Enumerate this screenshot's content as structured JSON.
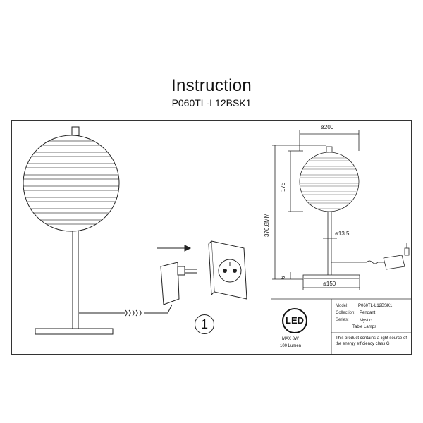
{
  "header": {
    "title": "Instruction",
    "model_code": "P060TL-L12BSK1"
  },
  "dimensions": {
    "shade_diameter": "ø200",
    "shade_height": "175",
    "total_height": "376.8MM",
    "stem_diameter": "ø13.5",
    "base_diameter": "ø150",
    "base_height": "6"
  },
  "step": {
    "number": "1"
  },
  "spec": {
    "badge": "LED",
    "power": "MAX 8W",
    "lumen": "100 Lumen",
    "model_label": "Model:",
    "model_value": "P060TL-L12BSK1",
    "collection_label": "Collection:",
    "collection_value": "Pendant",
    "series_label": "Series:",
    "series_value": "Mystic",
    "type_value": "Table Lamps",
    "note": "This product contains a light source of the energy efficiency class G"
  }
}
